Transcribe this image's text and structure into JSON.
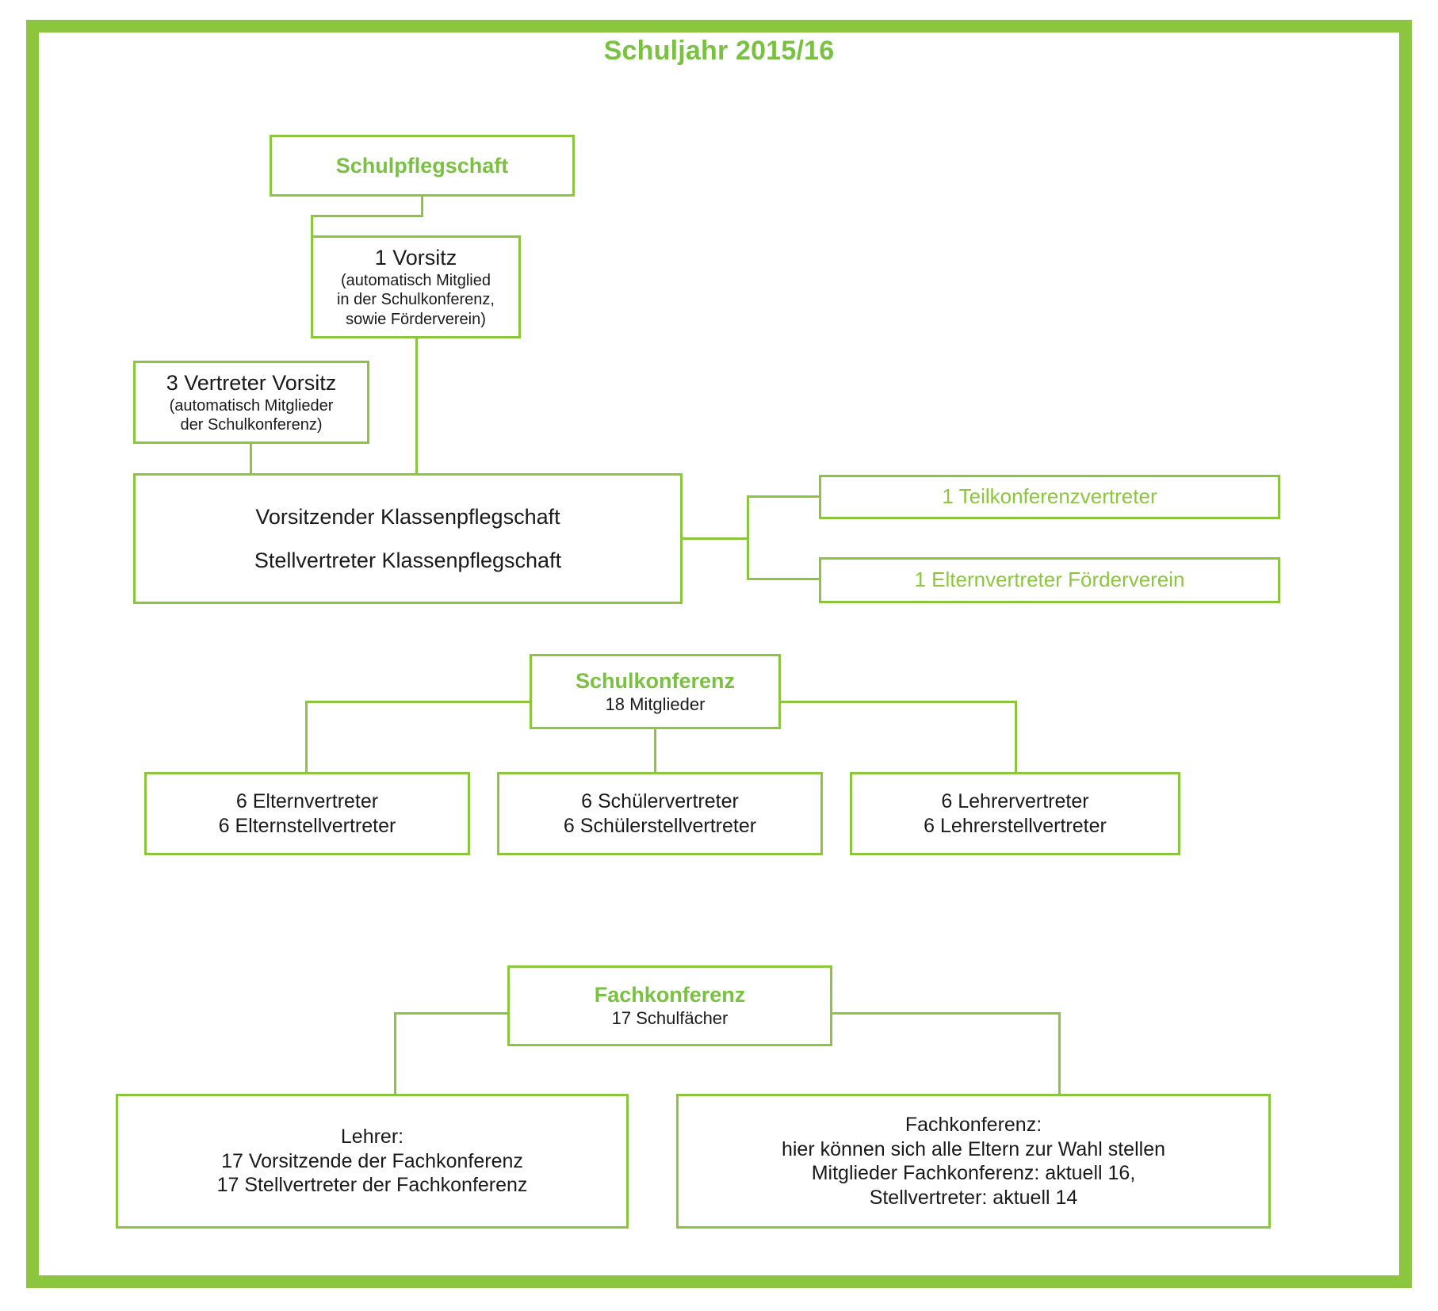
{
  "page": {
    "title": "Schuljahr 2015/16",
    "accent_color": "#8CC63F",
    "title_color": "#7AC143",
    "text_color": "#1a1a1a",
    "background": "#ffffff"
  },
  "diagram": {
    "type": "org-chart",
    "sections": [
      {
        "id": "schulpflegschaft",
        "root": {
          "label": "Schulpflegschaft"
        },
        "nodes": [
          {
            "id": "vorsitz",
            "lines": [
              "1 Vorsitz",
              "(automatisch Mitglied",
              "in der Schulkonferenz,",
              "sowie Förderverein)"
            ]
          },
          {
            "id": "vertreter-vorsitz",
            "lines": [
              "3 Vertreter Vorsitz",
              "(automatisch Mitglieder",
              "der Schulkonferenz)"
            ]
          },
          {
            "id": "klassenpflegschaft",
            "lines": [
              "Vorsitzender Klassenpflegschaft",
              "Stellvertreter Klassenpflegschaft"
            ]
          },
          {
            "id": "teilkonferenzvertreter",
            "lines": [
              "1 Teilkonferenzvertreter"
            ]
          },
          {
            "id": "elternvertreter-foerderverein",
            "lines": [
              "1 Elternvertreter Förderverein"
            ]
          }
        ]
      },
      {
        "id": "schulkonferenz",
        "root": {
          "label": "Schulkonferenz",
          "subtitle": "18 Mitglieder"
        },
        "nodes": [
          {
            "id": "eltern",
            "lines": [
              "6 Elternvertreter",
              "6 Elternstellvertreter"
            ]
          },
          {
            "id": "schueler",
            "lines": [
              "6 Schülervertreter",
              "6 Schülerstellvertreter"
            ]
          },
          {
            "id": "lehrer",
            "lines": [
              "6 Lehrervertreter",
              "6 Lehrerstellvertreter"
            ]
          }
        ]
      },
      {
        "id": "fachkonferenz",
        "root": {
          "label": "Fachkonferenz",
          "subtitle": "17 Schulfächer"
        },
        "nodes": [
          {
            "id": "lehrer-fachkonferenz",
            "lines": [
              "Lehrer:",
              "17 Vorsitzende der Fachkonferenz",
              "17 Stellvertreter der Fachkonferenz"
            ]
          },
          {
            "id": "eltern-fachkonferenz",
            "lines": [
              "Fachkonferenz:",
              "hier können sich alle Eltern zur Wahl stellen",
              "Mitglieder Fachkonferenz: aktuell 16,",
              "Stellvertreter: aktuell 14"
            ]
          }
        ]
      }
    ]
  }
}
